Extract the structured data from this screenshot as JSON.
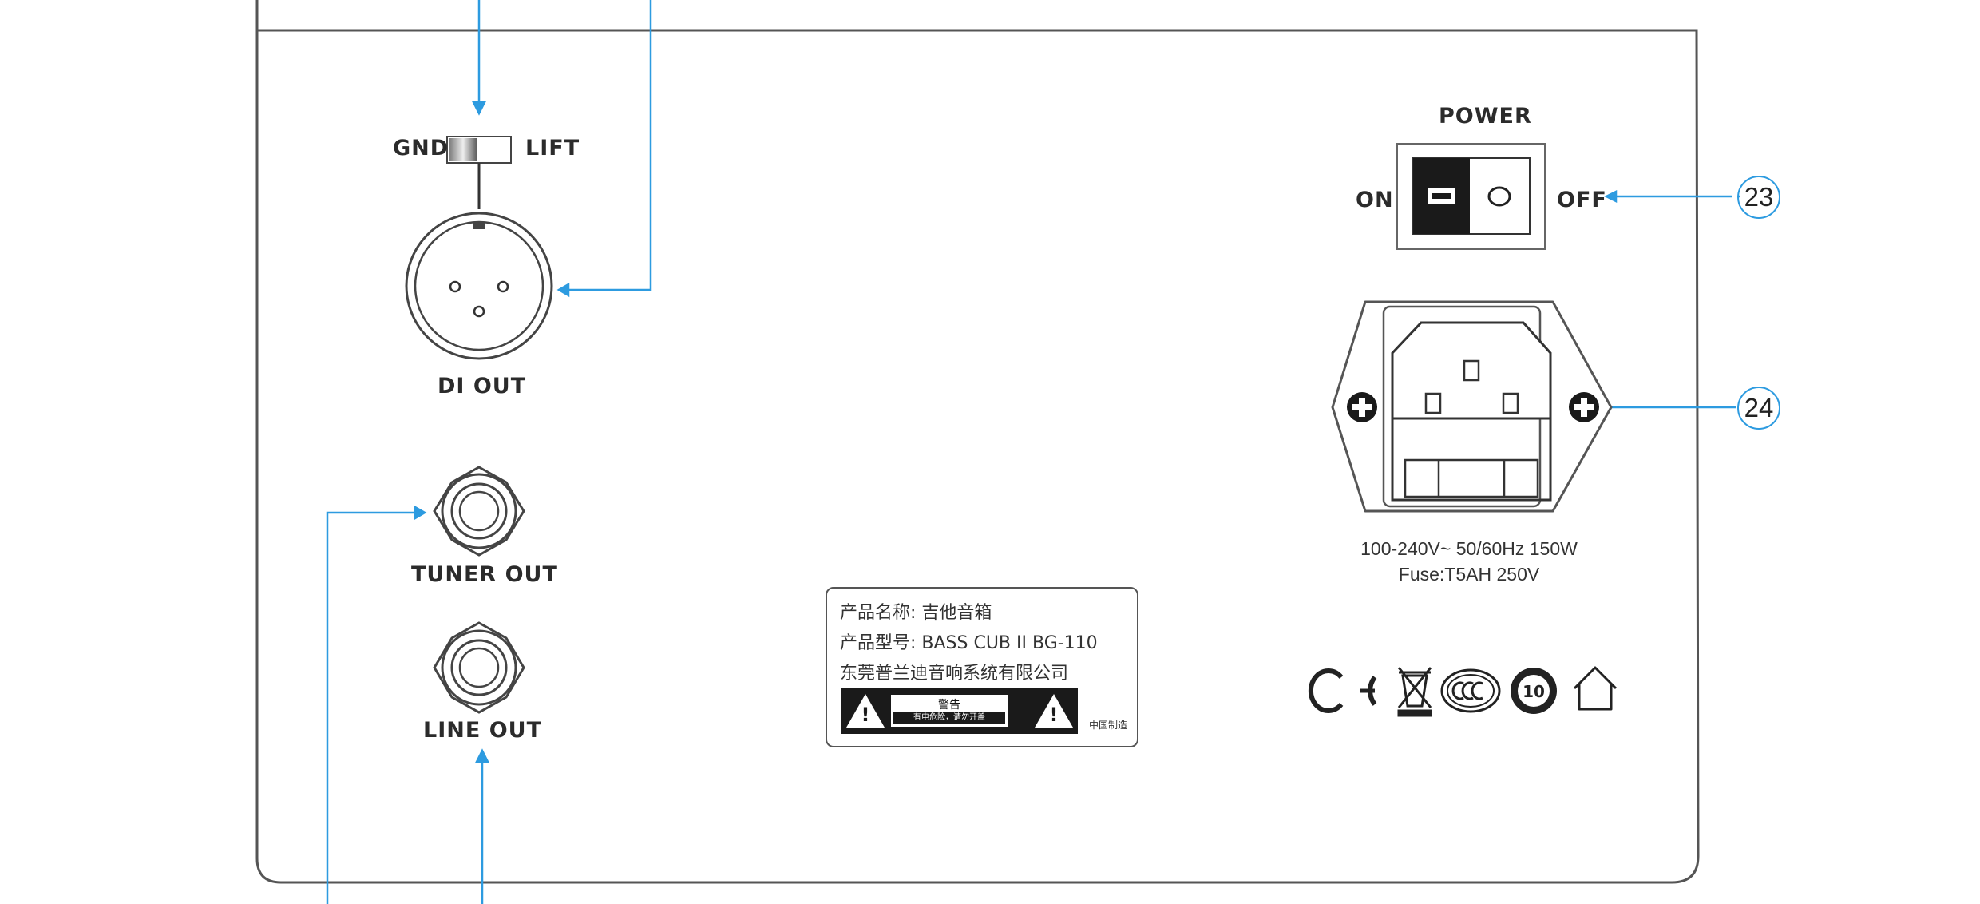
{
  "labels": {
    "gnd": "GND",
    "lift": "LIFT",
    "di_out": "DI OUT",
    "tuner_out": "TUNER OUT",
    "line_out": "LINE OUT",
    "power": "POWER",
    "on": "ON",
    "off": "OFF",
    "power_rating": "100-240V~ 50/60Hz 150W",
    "fuse": "Fuse:T5AH 250V"
  },
  "callouts": {
    "power_switch": "23",
    "power_inlet": "24"
  },
  "nameplate": {
    "product_name": "产品名称: 吉他音箱",
    "model": "产品型号: BASS CUB II BG-110",
    "company": "东莞普兰迪音响系统有限公司",
    "warning_title": "警告",
    "warning_text": "有电危险，请勿开盖",
    "origin": "中国制造",
    "hazard_symbol": "!"
  },
  "certifications": {
    "ce": "CE",
    "ccc": "CCC",
    "eco": "10"
  },
  "colors": {
    "leader": "#2d9be0",
    "outline": "#555555",
    "text": "#2b2b2b"
  }
}
